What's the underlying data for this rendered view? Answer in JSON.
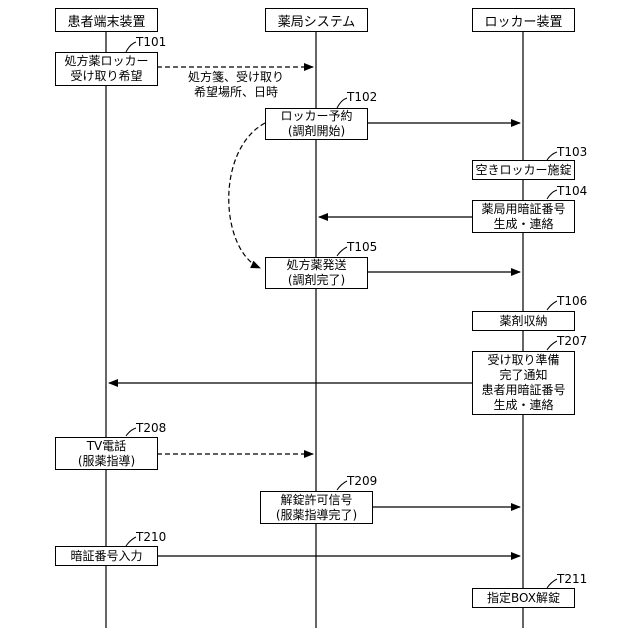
{
  "lanes": [
    {
      "label": "患者端末装置"
    },
    {
      "label": "薬局システム"
    },
    {
      "label": "ロッカー装置"
    }
  ],
  "steps": {
    "t101": {
      "tag": "T101",
      "lines": [
        "処方薬ロッカー",
        "受け取り希望"
      ]
    },
    "t102": {
      "tag": "T102",
      "lines": [
        "ロッカー予約",
        "(調剤開始)"
      ]
    },
    "t103": {
      "tag": "T103",
      "lines": [
        "空きロッカー施錠"
      ]
    },
    "t104": {
      "tag": "T104",
      "lines": [
        "薬局用暗証番号",
        "生成・連絡"
      ]
    },
    "t105": {
      "tag": "T105",
      "lines": [
        "処方薬発送",
        "(調剤完了)"
      ]
    },
    "t106": {
      "tag": "T106",
      "lines": [
        "薬剤収納"
      ]
    },
    "t207": {
      "tag": "T207",
      "lines": [
        "受け取り準備",
        "完了通知",
        "患者用暗証番号",
        "生成・連絡"
      ]
    },
    "t208": {
      "tag": "T208",
      "lines": [
        "TV電話",
        "(服薬指導)"
      ]
    },
    "t209": {
      "tag": "T209",
      "lines": [
        "解錠許可信号",
        "(服薬指導完了)"
      ]
    },
    "t210": {
      "tag": "T210",
      "lines": [
        "暗証番号入力"
      ]
    },
    "t211": {
      "tag": "T211",
      "lines": [
        "指定BOX解錠"
      ]
    }
  },
  "notes": {
    "t101_message": [
      "処方箋、受け取り",
      "希望場所、日時"
    ]
  }
}
